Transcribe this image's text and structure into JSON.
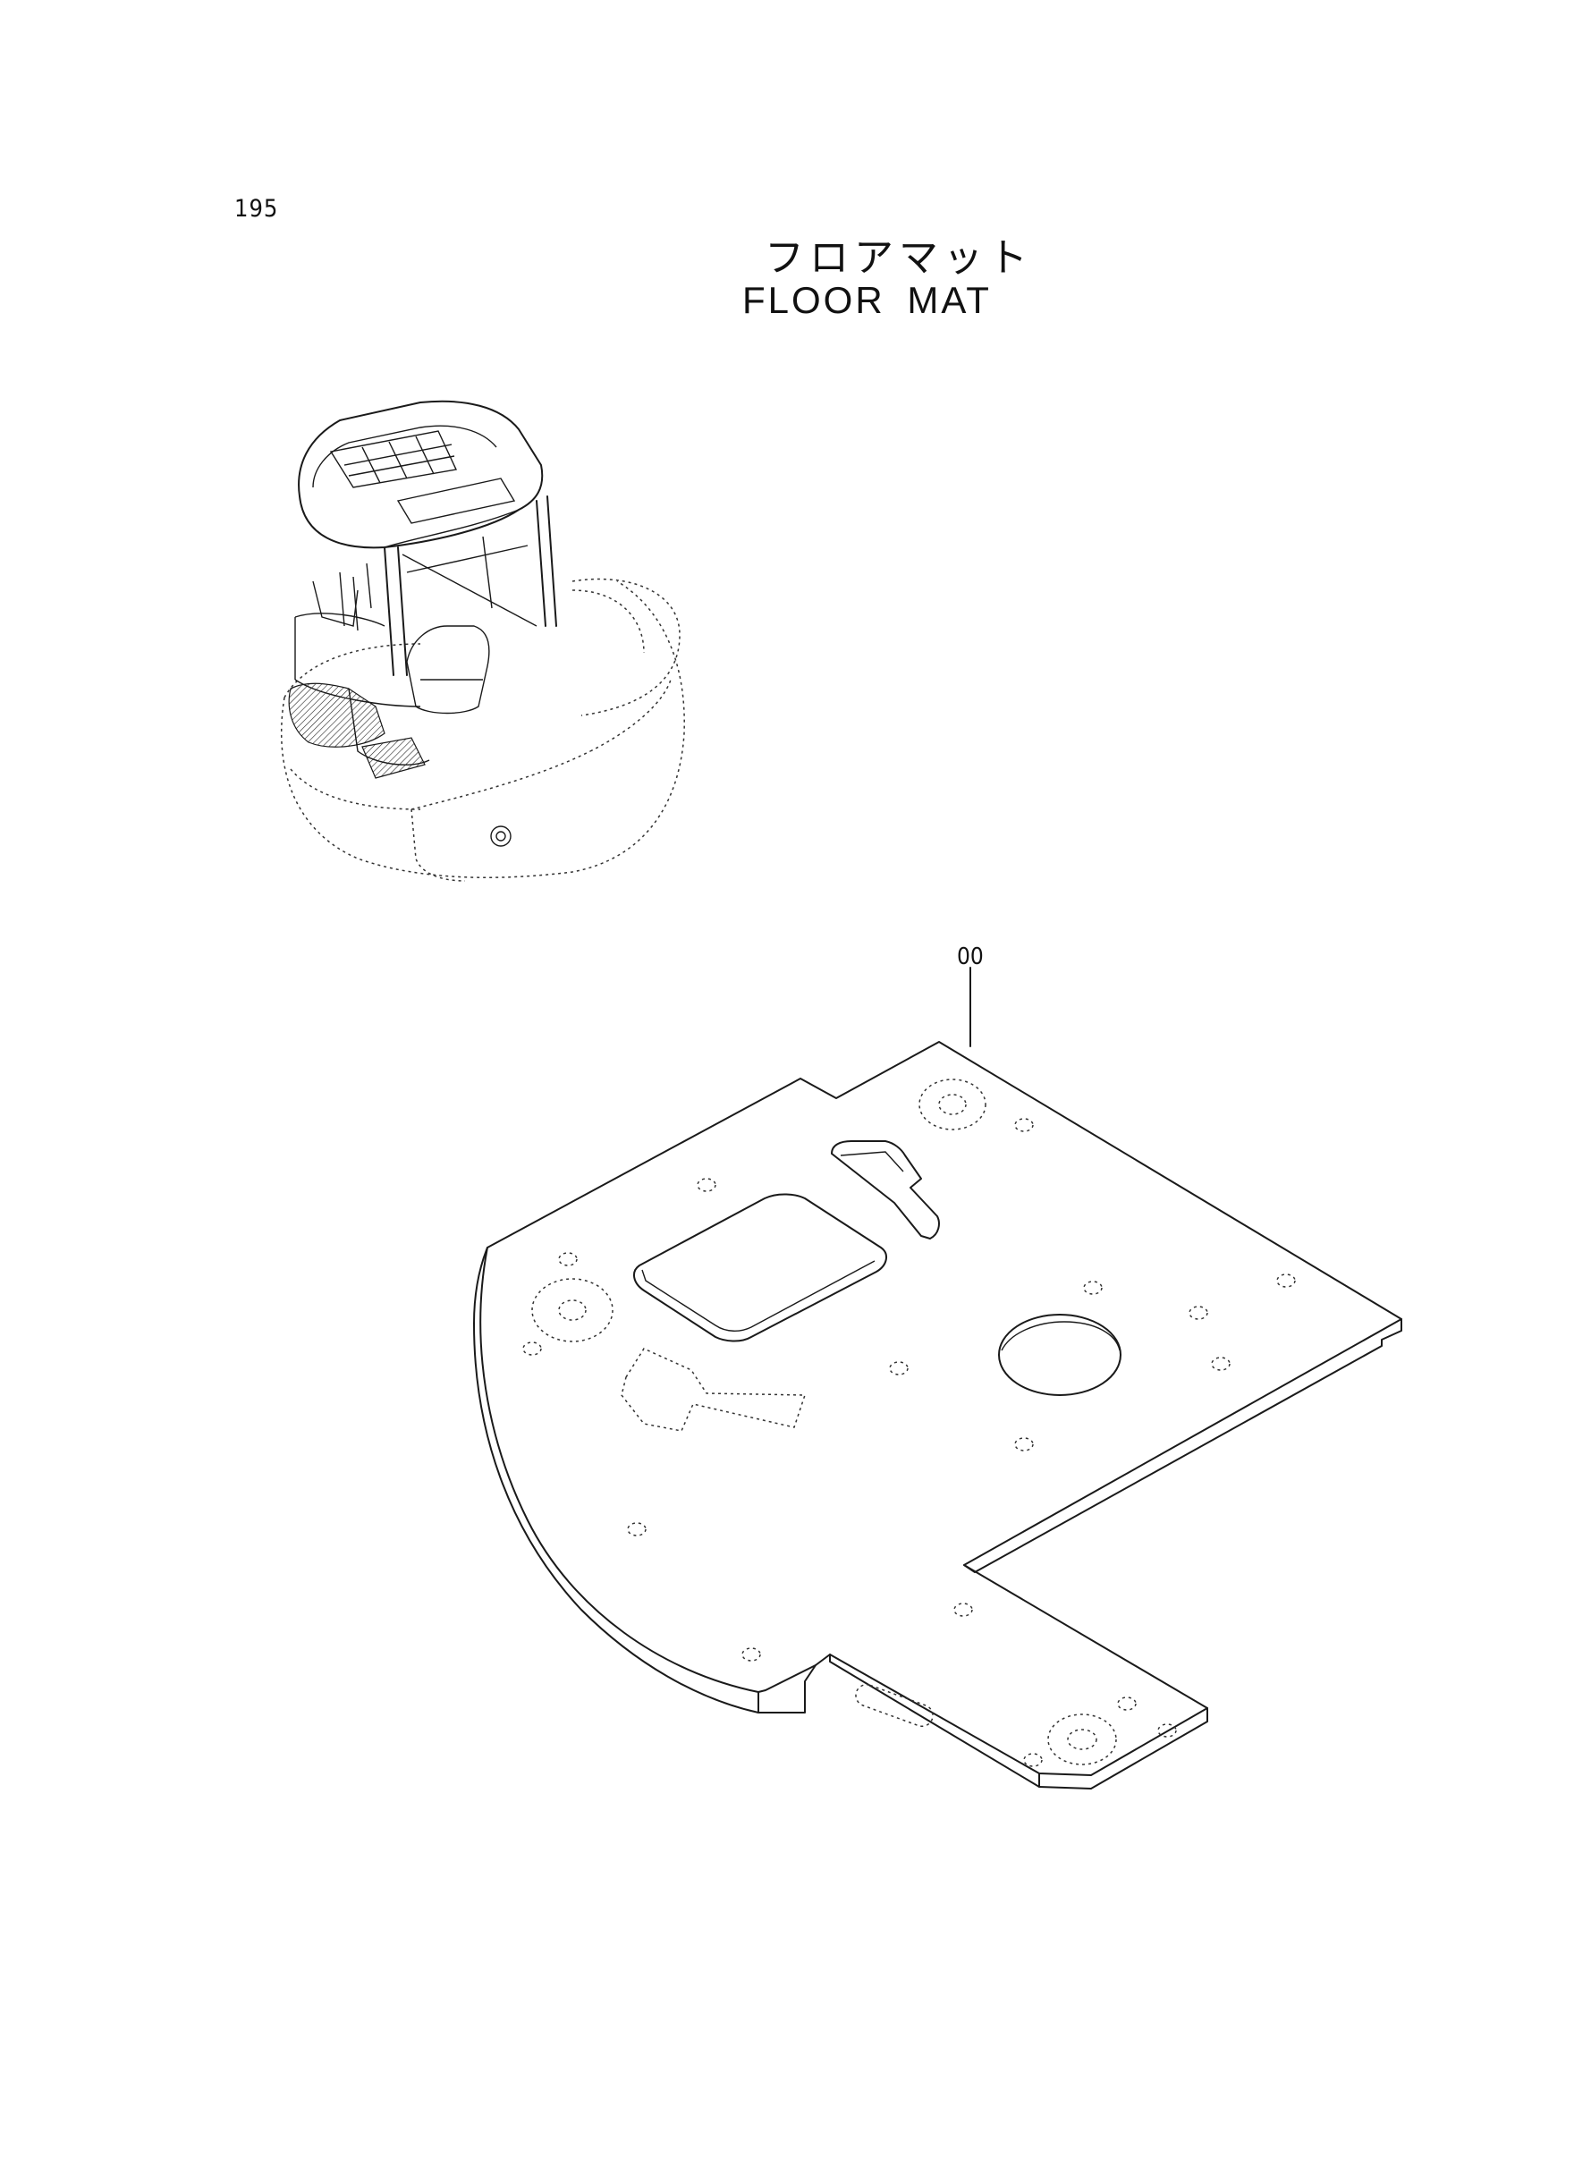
{
  "page_number": "195",
  "title_jp": "フロアマット",
  "title_en": "FLOOR  MAT",
  "callout_label": "00",
  "icons": {
    "cab_overview": "machine-canopy-illustration",
    "floor_mat": "floor-mat-part-drawing"
  }
}
